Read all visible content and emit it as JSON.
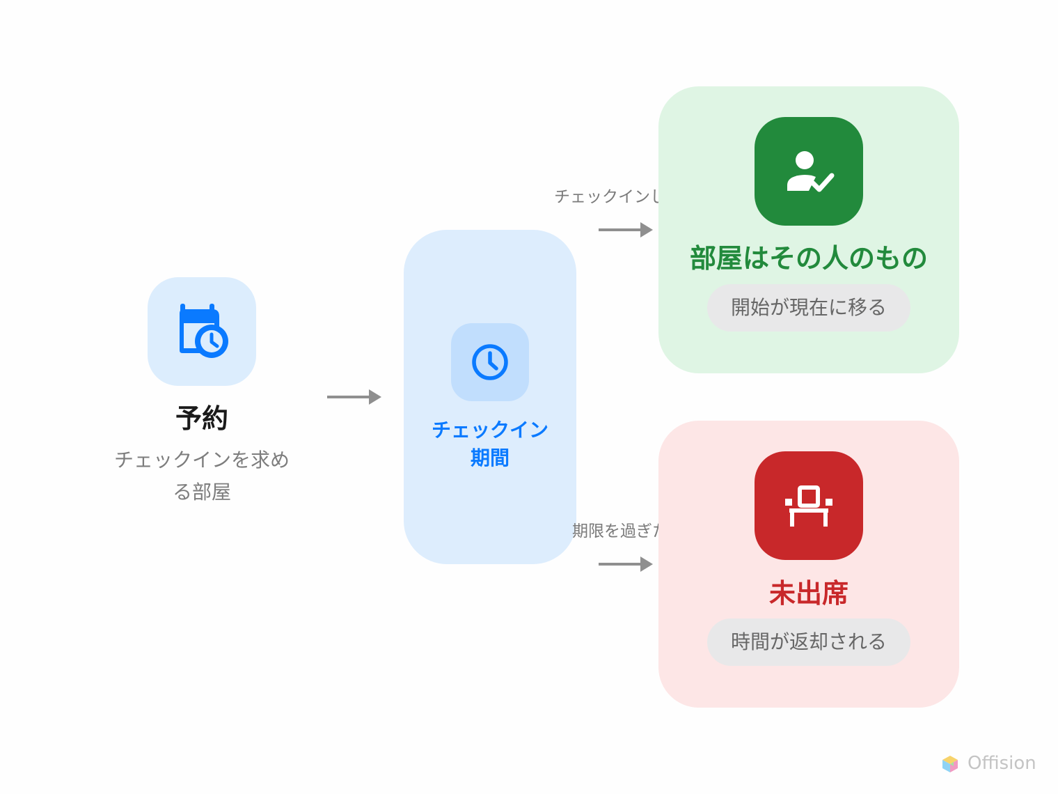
{
  "reservation": {
    "icon": "calendar-clock-icon",
    "title": "予約",
    "subtitle_line1": "チェックインを求め",
    "subtitle_line2": "る部屋"
  },
  "checkin_period": {
    "icon": "clock-icon",
    "label_line1": "チェックイン",
    "label_line2": "期間"
  },
  "edges": {
    "checked_in_label": "チェックインした",
    "expired_label": "期限を過ぎた"
  },
  "outcome_checked_in": {
    "icon": "person-check-icon",
    "title": "部屋はその人のもの",
    "pill": "開始が現在に移る"
  },
  "outcome_no_show": {
    "icon": "empty-seat-icon",
    "title": "未出席",
    "pill": "時間が返却される"
  },
  "brand": {
    "name": "Offision"
  },
  "colors": {
    "blue": "#0a7aff",
    "green": "#228a3c",
    "red": "#c8282a",
    "arrow": "#8f8f8f"
  }
}
